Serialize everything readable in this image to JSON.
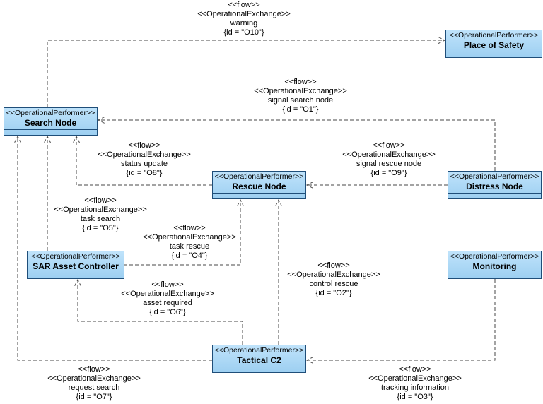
{
  "diagram": {
    "type": "operational-flow-diagram",
    "background": "#ffffff"
  },
  "colors": {
    "node_fill_top": "#bfe3fb",
    "node_fill_bottom": "#9dcff1",
    "node_border": "#1f4e79",
    "connector": "#474747",
    "text": "#000000"
  },
  "nodes": [
    {
      "stereotype": "<<OperationalPerformer>>",
      "name": "Place of Safety"
    },
    {
      "stereotype": "<<OperationalPerformer>>",
      "name": "Search Node"
    },
    {
      "stereotype": "<<OperationalPerformer>>",
      "name": "Rescue Node"
    },
    {
      "stereotype": "<<OperationalPerformer>>",
      "name": "Distress Node"
    },
    {
      "stereotype": "<<OperationalPerformer>>",
      "name": "SAR Asset Controller"
    },
    {
      "stereotype": "<<OperationalPerformer>>",
      "name": "Monitoring"
    },
    {
      "stereotype": "<<OperationalPerformer>>",
      "name": "Tactical C2"
    }
  ],
  "flows": [
    {
      "keyword": "<<flow>>",
      "stereotype": "<<OperationalExchange>>",
      "name": "warning",
      "id": "{id = \"O10\"}",
      "source": "Search Node",
      "target": "Place of Safety"
    },
    {
      "keyword": "<<flow>>",
      "stereotype": "<<OperationalExchange>>",
      "name": "signal search node",
      "id": "{id = \"O1\"}",
      "source": "Distress Node",
      "target": "Search Node"
    },
    {
      "keyword": "<<flow>>",
      "stereotype": "<<OperationalExchange>>",
      "name": "status update",
      "id": "{id = \"O8\"}",
      "source": "Rescue Node",
      "target": "Search Node"
    },
    {
      "keyword": "<<flow>>",
      "stereotype": "<<OperationalExchange>>",
      "name": "signal rescue node",
      "id": "{id = \"O9\"}",
      "source": "Distress Node",
      "target": "Rescue Node"
    },
    {
      "keyword": "<<flow>>",
      "stereotype": "<<OperationalExchange>>",
      "name": "task search",
      "id": "{id = \"O5\"}",
      "source": "SAR Asset Controller",
      "target": "Search Node"
    },
    {
      "keyword": "<<flow>>",
      "stereotype": "<<OperationalExchange>>",
      "name": "task rescue",
      "id": "{id = \"O4\"}",
      "source": "SAR Asset Controller",
      "target": "Rescue Node"
    },
    {
      "keyword": "<<flow>>",
      "stereotype": "<<OperationalExchange>>",
      "name": "control rescue",
      "id": "{id = \"O2\"}",
      "source": "Tactical C2",
      "target": "Rescue Node"
    },
    {
      "keyword": "<<flow>>",
      "stereotype": "<<OperationalExchange>>",
      "name": "asset required",
      "id": "{id = \"O6\"}",
      "source": "Tactical C2",
      "target": "SAR Asset Controller"
    },
    {
      "keyword": "<<flow>>",
      "stereotype": "<<OperationalExchange>>",
      "name": "request search",
      "id": "{id = \"O7\"}",
      "source": "Tactical C2",
      "target": "Search Node"
    },
    {
      "keyword": "<<flow>>",
      "stereotype": "<<OperationalExchange>>",
      "name": "tracking information",
      "id": "{id = \"O3\"}",
      "source": "Monitoring",
      "target": "Tactical C2"
    }
  ]
}
